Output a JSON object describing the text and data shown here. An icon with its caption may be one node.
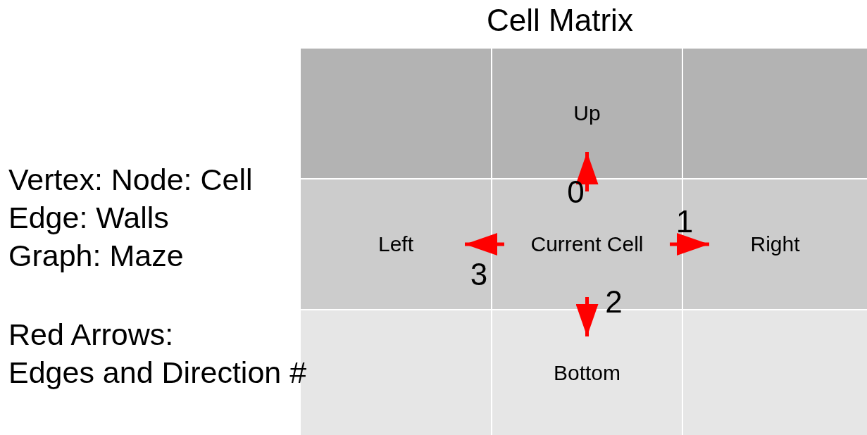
{
  "diagram": {
    "title": "Cell Matrix",
    "nodes": [
      {
        "text": [],
        "shape": "box"
      },
      {
        "text": [
          "Up"
        ]
      },
      {
        "text": [],
        "shape": "box"
      },
      {
        "text": [
          "Left"
        ]
      },
      {
        "text": [
          "Current Cell"
        ]
      },
      {
        "text": [
          "Right"
        ]
      },
      {
        "text": [],
        "shape": "box"
      },
      {
        "text": [
          "Bottom"
        ]
      },
      {
        "text": [],
        "shape": "box"
      }
    ],
    "edges": [
      {
        "from": 4,
        "to": 1,
        "arrow": "to",
        "label": "0",
        "color": "#ff0000"
      },
      {
        "from": 4,
        "to": 5,
        "arrow": "to",
        "label": "1",
        "color": "#ff0000"
      },
      {
        "from": 4,
        "to": 7,
        "arrow": "to",
        "label": "2",
        "color": "#ff0000"
      },
      {
        "from": 4,
        "to": 3,
        "arrow": "to",
        "label": "3",
        "color": "#ff0000"
      }
    ],
    "labels": [
      "Vertex: Node: Cell",
      "Edge: Walls",
      "Graph: Maze",
      "Red Arrows:",
      "Edges and Direction #"
    ]
  }
}
